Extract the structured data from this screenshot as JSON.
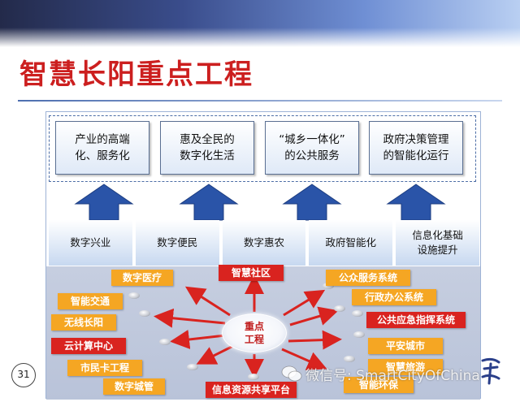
{
  "title": "智慧长阳重点工程",
  "goals": [
    "产业的高端\n化、服务化",
    "惠及全民的\n数字化生活",
    "“城乡一体化”\n的公共服务",
    "政府决策管理\n的智能化运行"
  ],
  "pillars": [
    "数字兴业",
    "数字便民",
    "数字惠农",
    "政府智能化",
    "信息化基础\n设施提升"
  ],
  "center": "重点\n工程",
  "left_projects": {
    "digital_medical": "数字医疗",
    "smart_transport": "智能交通",
    "wireless_changyang": "无线长阳",
    "cloud_computing": "云计算中心",
    "citizen_card": "市民卡工程",
    "digital_urban_mgmt": "数字城管"
  },
  "top_project": "智慧社区",
  "bottom_project": "信息资源共享平台",
  "right_projects": {
    "public_service": "公众服务系统",
    "admin_office": "行政办公系统",
    "emergency_command": "公共应急指挥系统",
    "safe_city": "平安城市",
    "smart_tourism": "智慧旅游",
    "smart_env": "智能环保"
  },
  "page_number": "31",
  "watermark": "微信号: SmartCityOfChina",
  "colors": {
    "title": "#cc1f1f",
    "orange_tag": "#f5a623",
    "red_tag": "#d9231f",
    "arrow_blue": "#2a54a8"
  }
}
